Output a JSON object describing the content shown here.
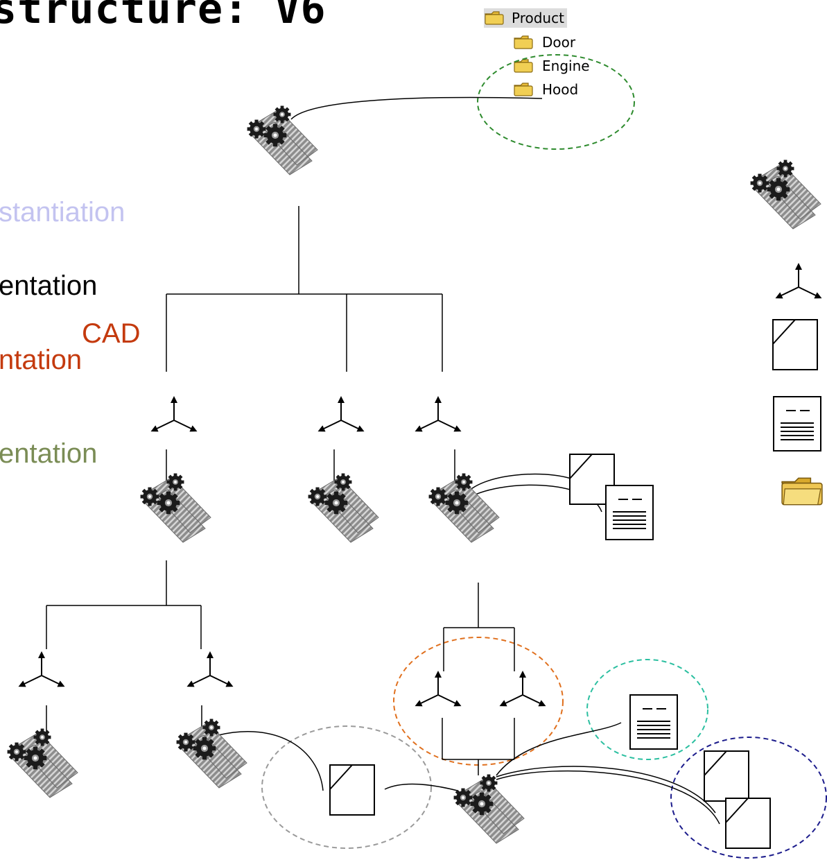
{
  "title": "structure: V6",
  "labels": {
    "instantiation": "stantiation",
    "representation": "entation",
    "cad": "CAD",
    "cad_representation": "ntation",
    "other_representation": "entation"
  },
  "tree": {
    "root": "Product",
    "children": [
      "Door",
      "Engine",
      "Hood"
    ]
  },
  "colors": {
    "instantiation": "#c3c3f0",
    "representation": "#000000",
    "cad": "#c43a0e",
    "other": "#7a8c55",
    "highlight_green": "#2e8b2e",
    "highlight_orange": "#e0701e",
    "highlight_teal": "#2bbfa0",
    "highlight_navy": "#1c1c8c",
    "highlight_gray": "#9a9a9a"
  },
  "legend_icons": [
    "product-icon",
    "axis-system-icon",
    "cad-part-icon",
    "document-icon",
    "folder-icon"
  ]
}
